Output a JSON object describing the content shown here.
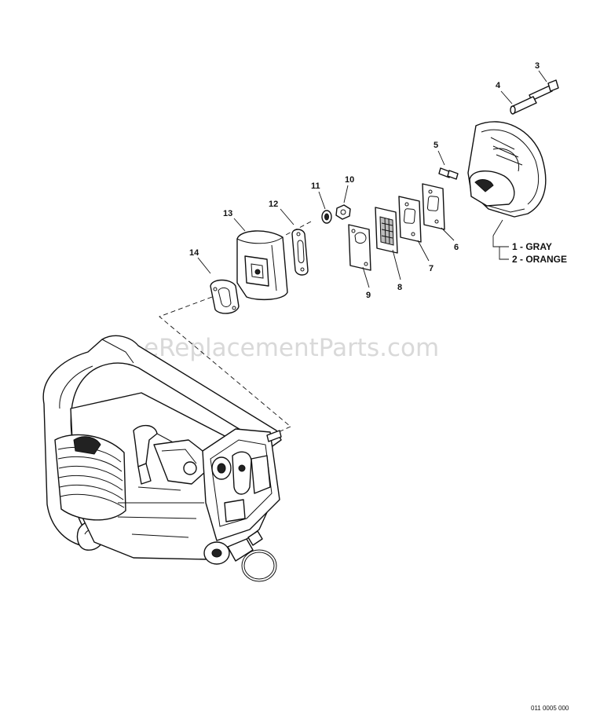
{
  "watermark": "eReplacementParts.com",
  "diagram_code": "011 0005 000",
  "callouts": [
    "1",
    "2",
    "3",
    "4",
    "5",
    "6",
    "7",
    "8",
    "9",
    "10",
    "11",
    "12",
    "13",
    "14"
  ],
  "variants": [
    {
      "label": "1 - GRAY"
    },
    {
      "label": "2 - ORANGE"
    }
  ]
}
